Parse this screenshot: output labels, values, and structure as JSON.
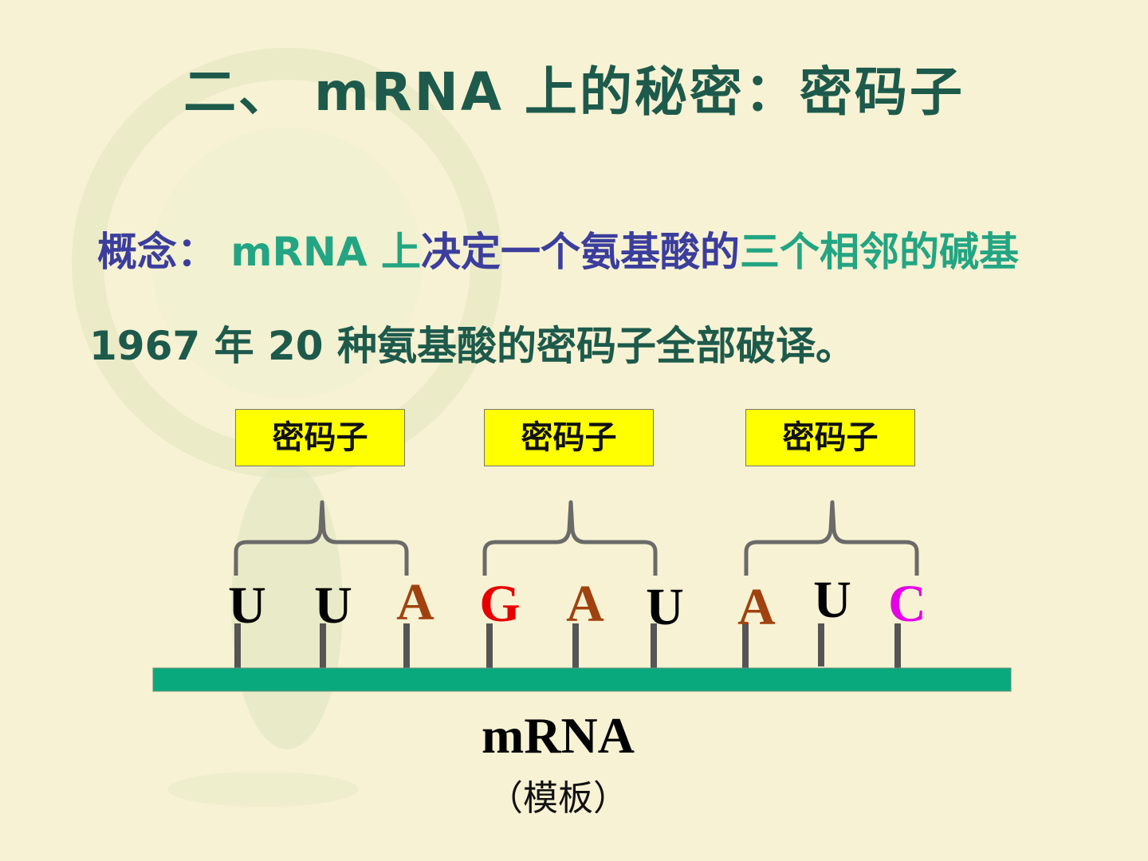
{
  "title": "二、 mRNA 上的秘密：密码子",
  "concept": {
    "label": "概念：",
    "part1": " mRNA 上",
    "part2": "决定一个氨基酸的",
    "part3": "三个相邻的碱基"
  },
  "history": "1967 年 20 种氨基酸的密码子全部破译。",
  "codon_boxes": [
    "密码子",
    "密码子",
    "密码子"
  ],
  "bases": [
    {
      "letter": "U",
      "color": "#000000"
    },
    {
      "letter": "U",
      "color": "#000000"
    },
    {
      "letter": "A",
      "color": "#a0420f"
    },
    {
      "letter": "G",
      "color": "#e60000"
    },
    {
      "letter": "A",
      "color": "#a0420f"
    },
    {
      "letter": "U",
      "color": "#000000"
    },
    {
      "letter": "A",
      "color": "#a0420f"
    },
    {
      "letter": "U",
      "color": "#000000"
    },
    {
      "letter": "C",
      "color": "#e600e6"
    }
  ],
  "strand": {
    "label": "mRNA",
    "sublabel": "（模板）",
    "color": "#0aa87d"
  },
  "colors": {
    "background": "#f7f2d3",
    "title": "#1d5a4c",
    "concept_label": "#3b3e9c",
    "concept_green": "#23a583",
    "codon_box": "#ffff00",
    "brace": "#6a6a6a"
  }
}
